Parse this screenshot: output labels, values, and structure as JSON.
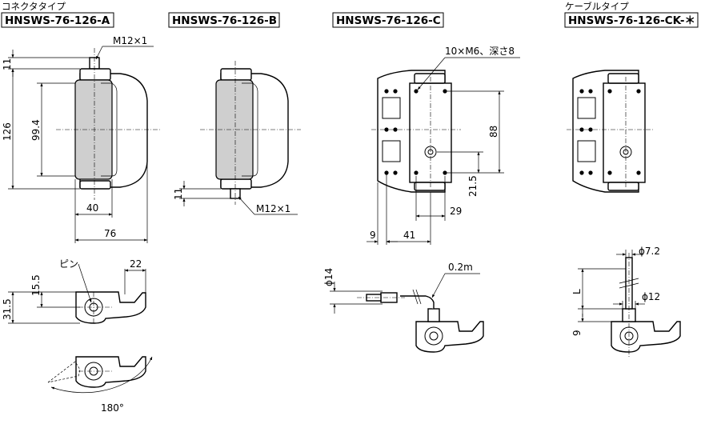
{
  "views": {
    "a": {
      "type_label": "コネクタタイプ",
      "model": "HNSWS-76-126-A"
    },
    "b": {
      "model": "HNSWS-76-126-B"
    },
    "c": {
      "model": "HNSWS-76-126-C"
    },
    "ck": {
      "type_label": "ケーブルタイプ",
      "model": "HNSWS-76-126-CK-＊"
    }
  },
  "dims": {
    "a": {
      "thread": "M12×1",
      "d11": "11",
      "d126": "126",
      "d99": "99.4",
      "d40": "40",
      "d76": "76",
      "pin": "ピン",
      "d22": "22",
      "d155": "15.5",
      "d315": "31.5",
      "angle": "180°"
    },
    "b": {
      "d11": "11",
      "thread": "M12×1"
    },
    "c": {
      "holes": "10×M6、深さ8",
      "d88": "88",
      "d215": "21.5",
      "d29": "29",
      "d9": "9",
      "d41": "41",
      "d14": "ϕ14",
      "cable": "0.2m"
    },
    "ck": {
      "d72": "ϕ7.2",
      "dL": "L",
      "d12": "ϕ12",
      "d9": "9"
    }
  }
}
